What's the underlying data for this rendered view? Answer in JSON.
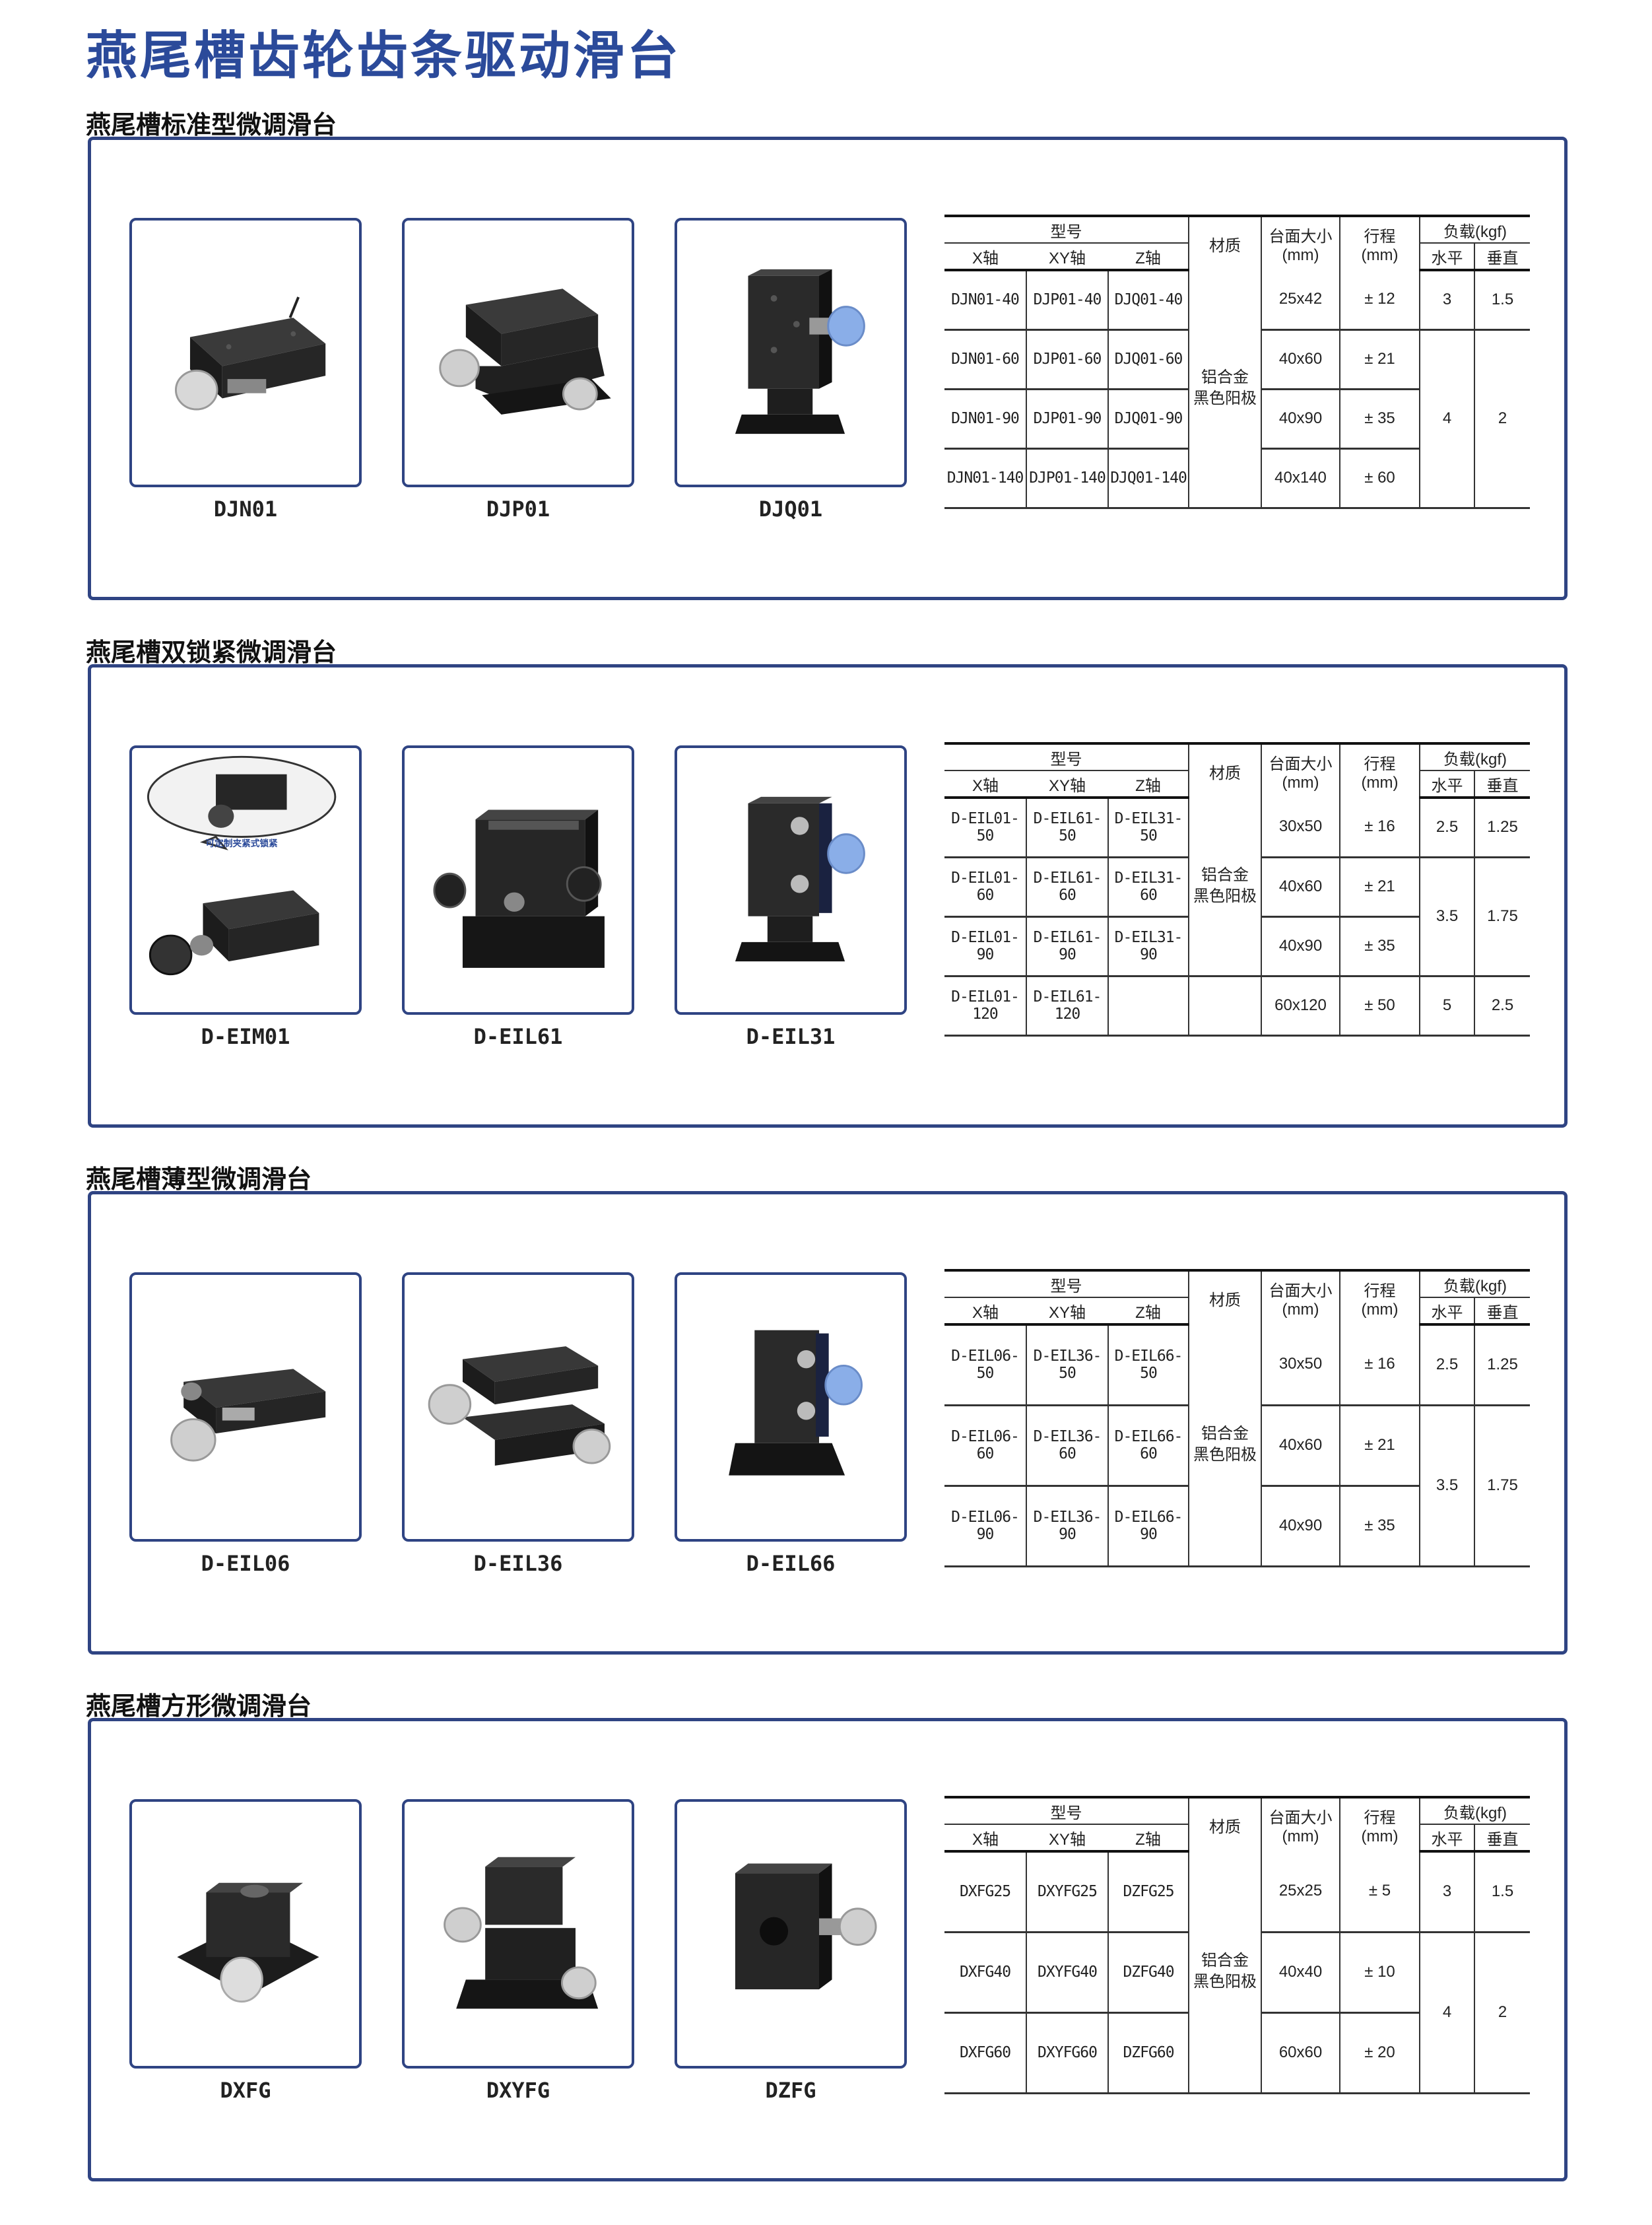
{
  "page": {
    "title": "燕尾槽齿轮齿条驱动滑台"
  },
  "colors": {
    "accent": "#2b4a9a",
    "panel_border": "#2f4483",
    "knob_blue": "#8aaee8"
  },
  "table_header": {
    "model": "型号",
    "x_axis": "X轴",
    "xy_axis": "XY轴",
    "z_axis": "Z轴",
    "material": "材质",
    "table_size": "台面大小",
    "table_size_unit": "(mm)",
    "travel": "行程",
    "travel_unit": "(mm)",
    "load": "负载(kgf)",
    "load_h": "水平",
    "load_v": "垂直"
  },
  "sections": [
    {
      "heading": "燕尾槽标准型微调滑台",
      "photos": [
        {
          "caption": "DJN01",
          "icon": "x-stage-photo"
        },
        {
          "caption": "DJP01",
          "icon": "xy-stage-photo"
        },
        {
          "caption": "DJQ01",
          "icon": "z-stage-photo"
        }
      ],
      "material": [
        "铝合金",
        "黑色阳极"
      ],
      "rows": [
        {
          "x": "DJN01-40",
          "xy": "DJP01-40",
          "z": "DJQ01-40",
          "size": "25x42",
          "travel": "± 12",
          "load_h": "3",
          "load_v": "1.5"
        },
        {
          "x": "DJN01-60",
          "xy": "DJP01-60",
          "z": "DJQ01-60",
          "size": "40x60",
          "travel": "± 21"
        },
        {
          "x": "DJN01-90",
          "xy": "DJP01-90",
          "z": "DJQ01-90",
          "size": "40x90",
          "travel": "± 35"
        },
        {
          "x": "DJN01-140",
          "xy": "DJP01-140",
          "z": "DJQ01-140",
          "size": "40x140",
          "travel": "± 60"
        }
      ],
      "load_groups": [
        {
          "h": "3",
          "v": "1.5"
        },
        {
          "h": "4",
          "v": "2"
        }
      ]
    },
    {
      "heading": "燕尾槽双锁紧微调滑台",
      "callout": "可定制夹紧式锁紧",
      "photos": [
        {
          "caption": "D-EIM01",
          "icon": "x-stage-with-lock-photo"
        },
        {
          "caption": "D-EIL61",
          "icon": "xy-stage-photo"
        },
        {
          "caption": "D-EIL31",
          "icon": "z-stage-photo"
        }
      ],
      "material": [
        "铝合金",
        "黑色阳极"
      ],
      "rows": [
        {
          "x": "D-EIL01-50",
          "xy": "D-EIL61-50",
          "z": "D-EIL31-50",
          "size": "30x50",
          "travel": "± 16"
        },
        {
          "x": "D-EIL01-60",
          "xy": "D-EIL61-60",
          "z": "D-EIL31-60",
          "size": "40x60",
          "travel": "± 21"
        },
        {
          "x": "D-EIL01-90",
          "xy": "D-EIL61-90",
          "z": "D-EIL31-90",
          "size": "40x90",
          "travel": "± 35"
        },
        {
          "x": "D-EIL01-120",
          "xy": "D-EIL61-120",
          "z": "",
          "size": "60x120",
          "travel": "± 50"
        }
      ],
      "load_groups": [
        {
          "h": "2.5",
          "v": "1.25"
        },
        {
          "h": "3.5",
          "v": "1.75"
        },
        {
          "h": "5",
          "v": "2.5"
        }
      ]
    },
    {
      "heading": "燕尾槽薄型微调滑台",
      "photos": [
        {
          "caption": "D-EIL06",
          "icon": "x-stage-photo"
        },
        {
          "caption": "D-EIL36",
          "icon": "xy-stage-photo"
        },
        {
          "caption": "D-EIL66",
          "icon": "z-stage-photo"
        }
      ],
      "material": [
        "铝合金",
        "黑色阳极"
      ],
      "rows": [
        {
          "x": "D-EIL06-50",
          "xy": "D-EIL36-50",
          "z": "D-EIL66-50",
          "size": "30x50",
          "travel": "± 16"
        },
        {
          "x": "D-EIL06-60",
          "xy": "D-EIL36-60",
          "z": "D-EIL66-60",
          "size": "40x60",
          "travel": "± 21"
        },
        {
          "x": "D-EIL06-90",
          "xy": "D-EIL36-90",
          "z": "D-EIL66-90",
          "size": "40x90",
          "travel": "± 35"
        }
      ],
      "load_groups": [
        {
          "h": "2.5",
          "v": "1.25"
        },
        {
          "h": "3.5",
          "v": "1.75"
        }
      ]
    },
    {
      "heading": "燕尾槽方形微调滑台",
      "photos": [
        {
          "caption": "DXFG",
          "icon": "square-x-stage-photo"
        },
        {
          "caption": "DXYFG",
          "icon": "square-xy-stage-photo"
        },
        {
          "caption": "DZFG",
          "icon": "square-z-stage-photo"
        }
      ],
      "material": [
        "铝合金",
        "黑色阳极"
      ],
      "rows": [
        {
          "x": "DXFG25",
          "xy": "DXYFG25",
          "z": "DZFG25",
          "size": "25x25",
          "travel": "± 5"
        },
        {
          "x": "DXFG40",
          "xy": "DXYFG40",
          "z": "DZFG40",
          "size": "40x40",
          "travel": "± 10"
        },
        {
          "x": "DXFG60",
          "xy": "DXYFG60",
          "z": "DZFG60",
          "size": "60x60",
          "travel": "± 20"
        }
      ],
      "load_groups": [
        {
          "h": "3",
          "v": "1.5"
        },
        {
          "h": "4",
          "v": "2"
        }
      ]
    }
  ]
}
